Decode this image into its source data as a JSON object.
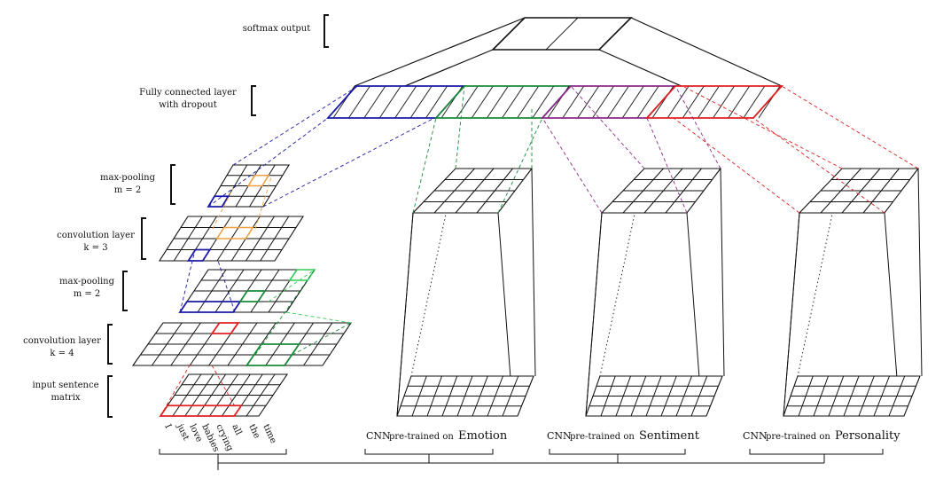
{
  "labels": {
    "softmax": "softmax output",
    "fc_line1": "Fully connected layer",
    "fc_line2": "with dropout",
    "maxpool_top_line1": "max-pooling",
    "maxpool_top_line2": "m = 2",
    "conv_top_line1": "convolution layer",
    "conv_top_line2": "k = 3",
    "maxpool_bottom_line1": "max-pooling",
    "maxpool_bottom_line2": "m = 2",
    "conv_bottom_line1": "convolution layer",
    "conv_bottom_line2": "k = 4",
    "input_line1": "input sentence",
    "input_line2": "matrix"
  },
  "words": [
    "I",
    "just",
    "love",
    "babies",
    "crying",
    "all",
    "the",
    "time"
  ],
  "pretrained": [
    {
      "cnn": "CNN",
      "pre": "pre-trained on",
      "task": "Emotion"
    },
    {
      "cnn": "CNN",
      "pre": "pre-trained on",
      "task": "Sentiment"
    },
    {
      "cnn": "CNN",
      "pre": "pre-trained on",
      "task": "Personality"
    }
  ],
  "colors": {
    "stroke": "#111111",
    "blue": "#1a1aa6",
    "green": "#1a8a3a",
    "purple": "#8b2a8b",
    "red": "#e02020",
    "orange": "#f0a040",
    "lightgreen": "#33cc55"
  }
}
